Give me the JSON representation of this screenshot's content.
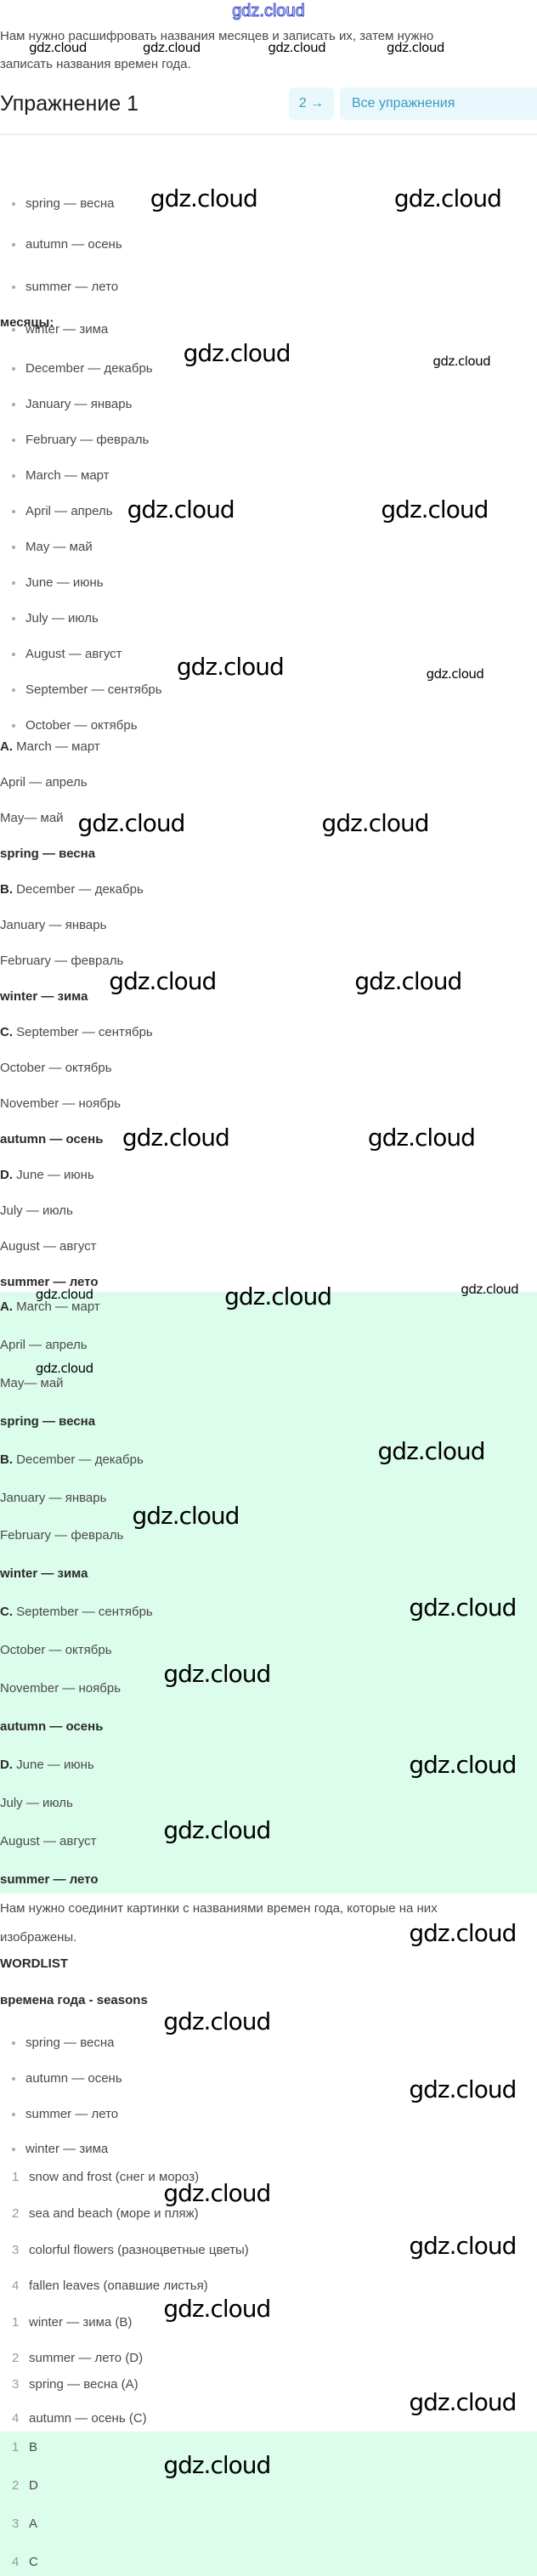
{
  "watermark": "gdz.cloud",
  "task1": {
    "intro_line1": "Нам нужно расшифровать названия месяцев и записать их, затем нужно",
    "intro_line2": "записать названия времен года.",
    "title": "Упражнение 1",
    "next_button": "2 →",
    "all_button": "Все упражнения",
    "seasons": [
      "spring — весна",
      "autumn — осень",
      "summer — лето",
      "winter — зима"
    ],
    "months_heading": "месяцы:",
    "months": [
      "December — декабрь",
      "January — январь",
      "February — февраль",
      "March — март",
      "April — апрель",
      "May — май",
      "June — июнь",
      "July — июль",
      "August — август",
      "September — сентябрь",
      "October — октябрь"
    ],
    "groups": [
      {
        "letter": "A.",
        "first": " March — март",
        "items": [
          "April — апрель",
          "May— май"
        ],
        "season": "spring — весна"
      },
      {
        "letter": "B.",
        "first": " December — декабрь",
        "items": [
          "January — январь",
          "February — февраль"
        ],
        "season": "winter — зима"
      },
      {
        "letter": "C.",
        "first": " September — сентябрь",
        "items": [
          "October — октябрь",
          "November — ноябрь"
        ],
        "season": "autumn — осень"
      },
      {
        "letter": "D.",
        "first": " June — июнь",
        "items": [
          "July — июль",
          "August — август"
        ],
        "season": "summer — лето"
      }
    ]
  },
  "task2": {
    "intro_line1": "Нам нужно соединит картинки с названиями времен года, которые на них",
    "intro_line2": "изображены.",
    "wordlist": "WORDLIST",
    "seasons_heading": "времена года - seasons",
    "seasons": [
      "spring — весна",
      "autumn — осень",
      "summer — лето",
      "winter — зима"
    ],
    "pictures": [
      "snow and frost (снег и мороз)",
      "sea and beach (море и пляж)",
      "colorful flowers (разноцветные цветы)",
      "fallen leaves (опавшие листья)"
    ],
    "matches": [
      "winter — зима (B)",
      "summer — лето (D)",
      "spring — весна (A)",
      "autumn — осень (C)"
    ],
    "answers": [
      "B",
      "D",
      "A",
      "C"
    ]
  }
}
